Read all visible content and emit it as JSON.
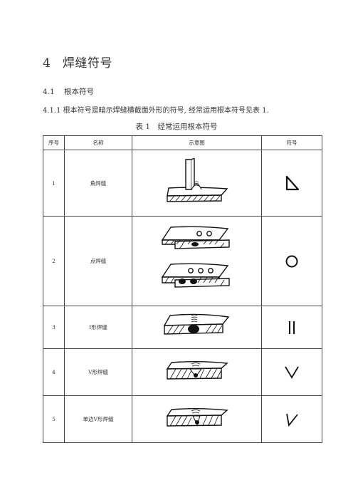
{
  "heading": {
    "number": "4",
    "title": "焊缝符号"
  },
  "subheading": {
    "number": "4.1",
    "title": "根本符号"
  },
  "paragraph": "4.1.1 根本符号是暗示焊缝横截面外形的符号, 经常运用根本符号见表 1.",
  "table_caption": "表 1　经常运用根本符号",
  "table": {
    "headers": [
      "序号",
      "名称",
      "示意图",
      "符号"
    ],
    "rows": [
      {
        "no": "1",
        "name": "角焊缝",
        "figure_icon": "fillet-weld-figure",
        "symbol_icon": "fillet-triangle-symbol"
      },
      {
        "no": "2",
        "name": "点焊缝",
        "figure_icon": "spot-weld-figure",
        "symbol_icon": "spot-circle-symbol"
      },
      {
        "no": "3",
        "name": "Ⅰ形焊缝",
        "figure_icon": "i-groove-weld-figure",
        "symbol_icon": "i-groove-parallel-lines-symbol"
      },
      {
        "no": "4",
        "name": "V形焊缝",
        "figure_icon": "v-groove-weld-figure",
        "symbol_icon": "v-groove-symbol"
      },
      {
        "no": "5",
        "name": "单边V形焊缝",
        "figure_icon": "bevel-groove-weld-figure",
        "symbol_icon": "bevel-groove-symbol"
      }
    ]
  }
}
